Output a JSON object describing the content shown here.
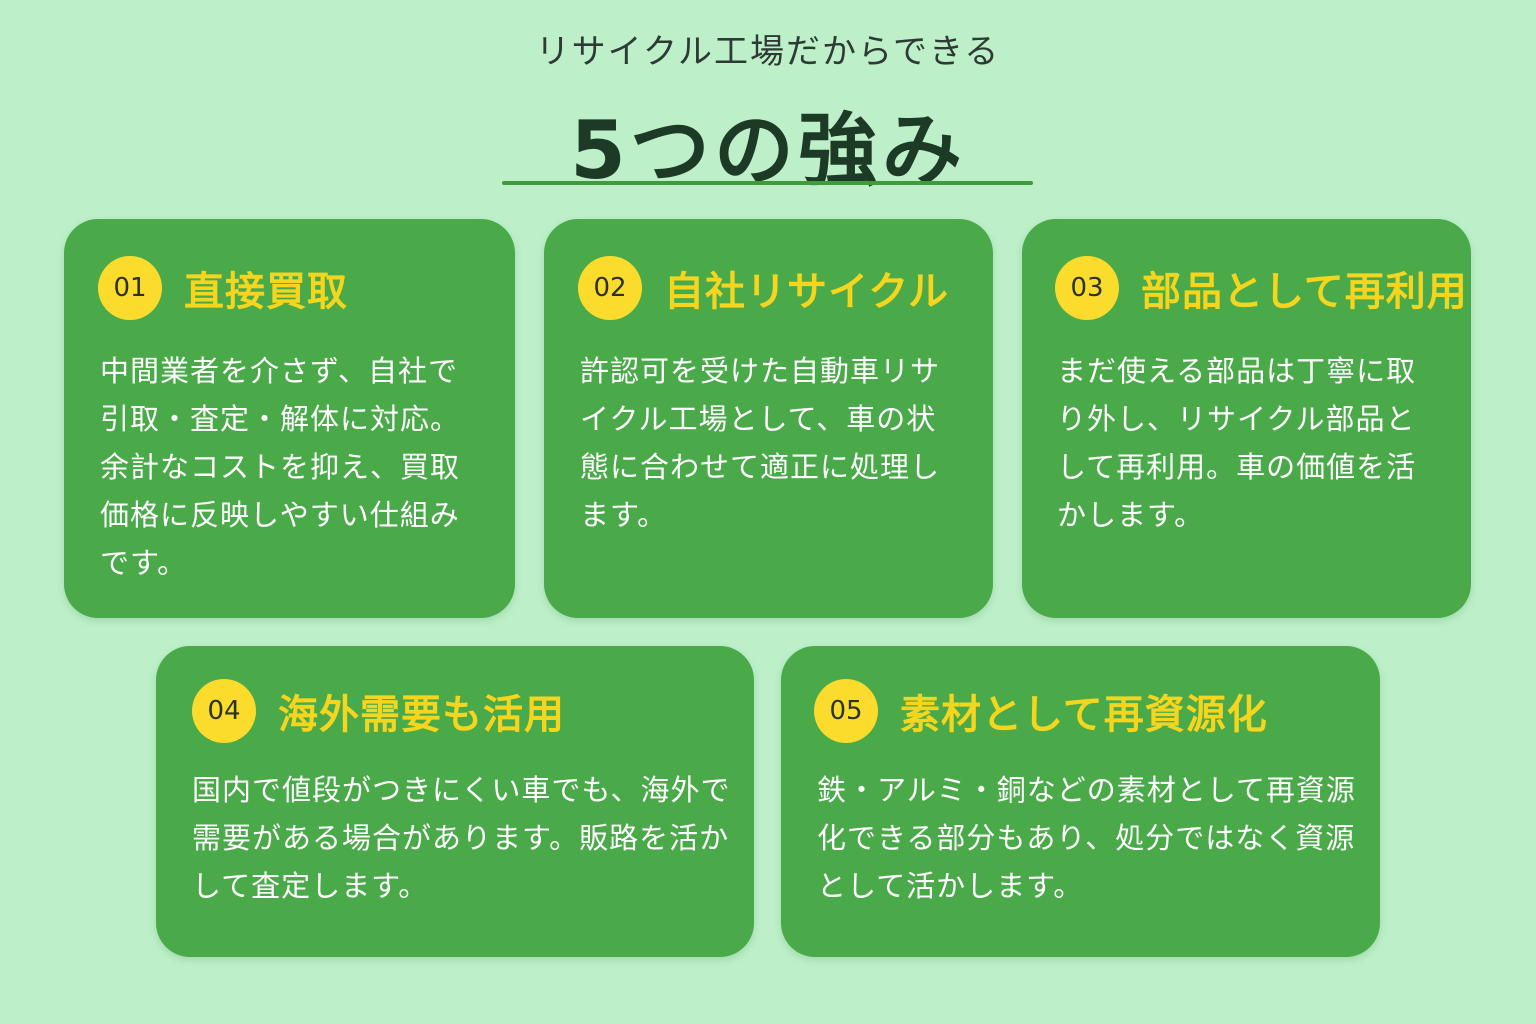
{
  "header": {
    "subtitle": "リサイクル工場だからできる",
    "title": "5つの強み"
  },
  "cards": [
    {
      "number": "01",
      "title": "直接買取",
      "lines": [
        "中間業者を介さず、自社で",
        "引取・査定・解体に対応。",
        "余計なコストを抑え、買取",
        "価格に反映しやすい仕組み",
        "です。"
      ]
    },
    {
      "number": "02",
      "title": "自社リサイクル",
      "lines": [
        "許認可を受けた自動車リサ",
        "イクル工場として、車の状",
        "態に合わせて適正に処理し",
        "ます。"
      ]
    },
    {
      "number": "03",
      "title": "部品として再利用",
      "lines": [
        "まだ使える部品は丁寧に取",
        "り外し、リサイクル部品と",
        "して再利用。車の価値を活",
        "かします。"
      ]
    },
    {
      "number": "04",
      "title": "海外需要も活用",
      "lines": [
        "国内で値段がつきにくい車でも、海外で",
        "需要がある場合があります。販路を活か",
        "して査定します。"
      ]
    },
    {
      "number": "05",
      "title": "素材として再資源化",
      "lines": [
        "鉄・アルミ・銅などの素材として再資源",
        "化できる部分もあり、処分ではなく資源",
        "として活かします。"
      ]
    }
  ]
}
